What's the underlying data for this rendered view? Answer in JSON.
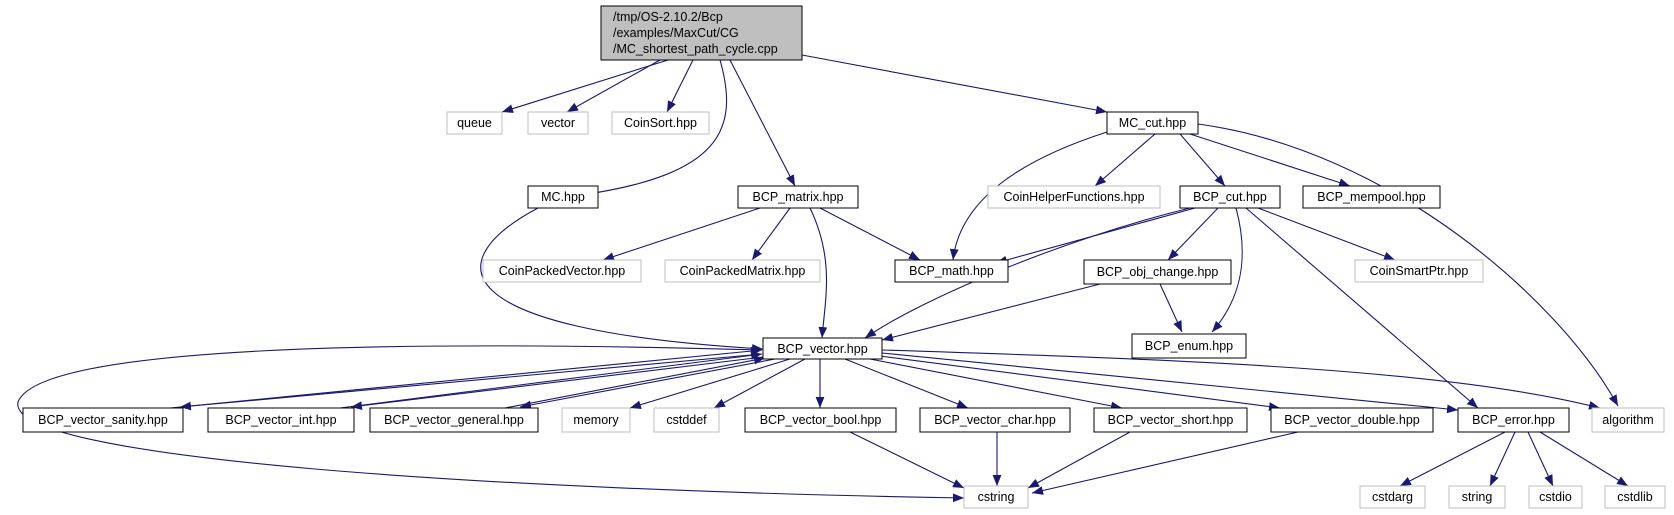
{
  "diagram": {
    "type": "include-dependency-graph",
    "colors": {
      "root_fill": "#bfbfbf",
      "documented_border": "#000000",
      "external_border": "#bfbfbf",
      "edge": "#191970",
      "text": "#000000"
    },
    "root": {
      "id": "root",
      "lines": [
        "/tmp/OS-2.10.2/Bcp",
        "/examples/MaxCut/CG",
        "/MC_shortest_path_cycle.cpp"
      ]
    },
    "nodes": [
      {
        "id": "queue",
        "label": "queue",
        "kind": "external"
      },
      {
        "id": "vector",
        "label": "vector",
        "kind": "external"
      },
      {
        "id": "coinsort",
        "label": "CoinSort.hpp",
        "kind": "external"
      },
      {
        "id": "mccut",
        "label": "MC_cut.hpp",
        "kind": "documented"
      },
      {
        "id": "mc",
        "label": "MC.hpp",
        "kind": "documented"
      },
      {
        "id": "matrix",
        "label": "BCP_matrix.hpp",
        "kind": "documented"
      },
      {
        "id": "coinhelper",
        "label": "CoinHelperFunctions.hpp",
        "kind": "external"
      },
      {
        "id": "bcpcut",
        "label": "BCP_cut.hpp",
        "kind": "documented"
      },
      {
        "id": "mempool",
        "label": "BCP_mempool.hpp",
        "kind": "documented"
      },
      {
        "id": "cpv",
        "label": "CoinPackedVector.hpp",
        "kind": "external"
      },
      {
        "id": "cpm",
        "label": "CoinPackedMatrix.hpp",
        "kind": "external"
      },
      {
        "id": "math",
        "label": "BCP_math.hpp",
        "kind": "documented"
      },
      {
        "id": "objchange",
        "label": "BCP_obj_change.hpp",
        "kind": "documented"
      },
      {
        "id": "smartptr",
        "label": "CoinSmartPtr.hpp",
        "kind": "external"
      },
      {
        "id": "enum",
        "label": "BCP_enum.hpp",
        "kind": "documented"
      },
      {
        "id": "bvec",
        "label": "BCP_vector.hpp",
        "kind": "documented"
      },
      {
        "id": "sanity",
        "label": "BCP_vector_sanity.hpp",
        "kind": "documented"
      },
      {
        "id": "vint",
        "label": "BCP_vector_int.hpp",
        "kind": "documented"
      },
      {
        "id": "vgeneral",
        "label": "BCP_vector_general.hpp",
        "kind": "documented"
      },
      {
        "id": "memory",
        "label": "memory",
        "kind": "external"
      },
      {
        "id": "cstddef",
        "label": "cstddef",
        "kind": "external"
      },
      {
        "id": "vbool",
        "label": "BCP_vector_bool.hpp",
        "kind": "documented"
      },
      {
        "id": "vchar",
        "label": "BCP_vector_char.hpp",
        "kind": "documented"
      },
      {
        "id": "vshort",
        "label": "BCP_vector_short.hpp",
        "kind": "documented"
      },
      {
        "id": "vdouble",
        "label": "BCP_vector_double.hpp",
        "kind": "documented"
      },
      {
        "id": "error",
        "label": "BCP_error.hpp",
        "kind": "documented"
      },
      {
        "id": "algorithm",
        "label": "algorithm",
        "kind": "external"
      },
      {
        "id": "cstring",
        "label": "cstring",
        "kind": "external"
      },
      {
        "id": "cstdarg",
        "label": "cstdarg",
        "kind": "external"
      },
      {
        "id": "string",
        "label": "string",
        "kind": "external"
      },
      {
        "id": "cstdio",
        "label": "cstdio",
        "kind": "external"
      },
      {
        "id": "cstdlib",
        "label": "cstdlib",
        "kind": "external"
      }
    ],
    "edges": [
      [
        "root",
        "queue"
      ],
      [
        "root",
        "vector"
      ],
      [
        "root",
        "coinsort"
      ],
      [
        "root",
        "mccut"
      ],
      [
        "root",
        "mc"
      ],
      [
        "root",
        "matrix"
      ],
      [
        "mccut",
        "coinhelper"
      ],
      [
        "mccut",
        "bcpcut"
      ],
      [
        "mccut",
        "mempool"
      ],
      [
        "mccut",
        "math"
      ],
      [
        "mccut",
        "algorithm"
      ],
      [
        "mc",
        "bvec"
      ],
      [
        "matrix",
        "cpv"
      ],
      [
        "matrix",
        "cpm"
      ],
      [
        "matrix",
        "math"
      ],
      [
        "matrix",
        "bvec"
      ],
      [
        "bcpcut",
        "math"
      ],
      [
        "bcpcut",
        "objchange"
      ],
      [
        "bcpcut",
        "smartptr"
      ],
      [
        "bcpcut",
        "enum"
      ],
      [
        "bcpcut",
        "bvec"
      ],
      [
        "bcpcut",
        "error"
      ],
      [
        "objchange",
        "bvec"
      ],
      [
        "objchange",
        "enum"
      ],
      [
        "bvec",
        "sanity"
      ],
      [
        "bvec",
        "vint"
      ],
      [
        "bvec",
        "vgeneral"
      ],
      [
        "bvec",
        "memory"
      ],
      [
        "bvec",
        "cstddef"
      ],
      [
        "bvec",
        "vbool"
      ],
      [
        "bvec",
        "vchar"
      ],
      [
        "bvec",
        "vshort"
      ],
      [
        "bvec",
        "vdouble"
      ],
      [
        "bvec",
        "error"
      ],
      [
        "bvec",
        "algorithm"
      ],
      [
        "bvec",
        "cstring"
      ],
      [
        "sanity",
        "bvec"
      ],
      [
        "vint",
        "bvec"
      ],
      [
        "vgeneral",
        "bvec"
      ],
      [
        "vbool",
        "cstring"
      ],
      [
        "vchar",
        "cstring"
      ],
      [
        "vshort",
        "cstring"
      ],
      [
        "vdouble",
        "cstring"
      ],
      [
        "error",
        "cstdarg"
      ],
      [
        "error",
        "string"
      ],
      [
        "error",
        "cstdio"
      ],
      [
        "error",
        "cstdlib"
      ]
    ]
  }
}
